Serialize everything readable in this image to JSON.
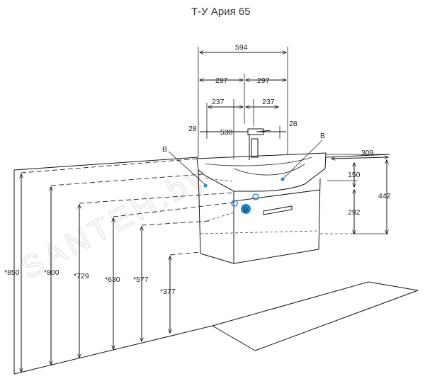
{
  "title": "Т-У Ария 65",
  "watermark": "SANTEH.by",
  "top_dimensions": {
    "total_width": "594",
    "left_half": "297",
    "right_half": "297",
    "left_offset": "237",
    "right_offset": "237",
    "left_edge": "28",
    "inner_width": "538",
    "right_edge": "28"
  },
  "right_dimensions": {
    "depth": "309",
    "basin_height": "150",
    "drawer_height": "292",
    "total_height": "442"
  },
  "left_heights": {
    "h850": "*850",
    "h800": "*800",
    "h729": "*729",
    "h630": "*630",
    "h577": "*577",
    "h377": "*377"
  },
  "markers": {
    "left_b": "B",
    "right_b": "B",
    "drain": "D"
  },
  "colors": {
    "marker_blue": "#2f8fd0",
    "drain_blue": "#1f86c8",
    "line": "#111111"
  }
}
